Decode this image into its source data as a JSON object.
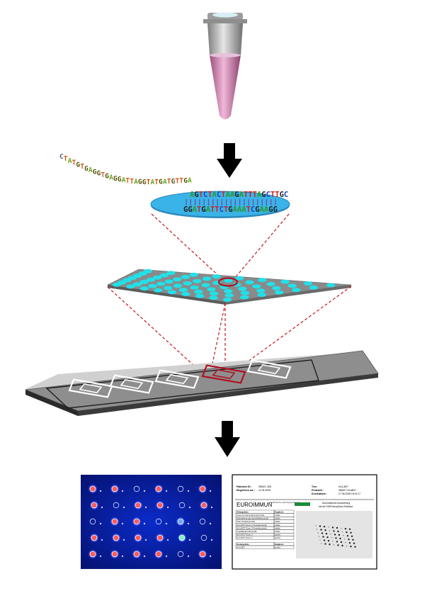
{
  "dna": {
    "strand_text": "CTATGTGAGGTGAGGATTAGGTATGATGTTGA",
    "probe_top": "AGTCTACTAAGATTTAGCTTGC",
    "probe_bottom": "GGATGATTCTGAAATCGAAGG",
    "base_colors": {
      "A": "#2a9a2a",
      "C": "#1f3fbf",
      "G": "#222222",
      "T": "#cc2222"
    }
  },
  "colors": {
    "tube_body": "#a8a8a8",
    "tube_liquid": "#d68fb8",
    "spot": "#22e0e8",
    "plate": "#8a8a8a",
    "disc": "#3ab4e8",
    "highlight": "#b01020",
    "arrow": "#000000"
  },
  "report": {
    "logo": "EUROIMMUN",
    "logo_subtitle": "Medizinische Labordiagnostika AG",
    "header_left": [
      {
        "label": "Patienten ID :",
        "value": "080617-306"
      },
      {
        "label": "Eingelesen am :",
        "value": "11.06.2008"
      }
    ],
    "header_right": [
      {
        "label": "Test :",
        "value": "HLA-B27"
      },
      {
        "label": "Protokoll :",
        "value": "080617-HLAB27"
      },
      {
        "label": "Druckdatum :",
        "value": "17.06.2008 15:01:17"
      }
    ],
    "auto_eval": "Automatische Auswertung",
    "auto_eval_sub": "mit der EUROArrayScan-Software",
    "table1_header": [
      "Teilergebnis",
      "Ergebnis"
    ],
    "table1_rows": [
      [
        "Kreuz-Kontaminationskontrolle",
        "valide"
      ],
      [
        "Hybridisierungs-Spezifitätskontrolle",
        "valide"
      ],
      [
        "Prior Positivkontrolle",
        "valide"
      ],
      [
        "HLA-B*27 Exon 2 Positivkontrolle",
        "valide"
      ],
      [
        "HLA-B*27 Exon 3 Positivkontrolle",
        "valide"
      ],
      [
        "Amplifikationskontrolle",
        "valide"
      ],
      [
        "HLA-B*27 Exon 2",
        "positiv"
      ],
      [
        "HLA-B*27 Exon 3",
        "positiv"
      ]
    ],
    "table2_header": [
      "Testergebnis",
      "Ergebnis"
    ],
    "table2_rows": [
      [
        "HLA-B27",
        "positiv"
      ]
    ]
  }
}
